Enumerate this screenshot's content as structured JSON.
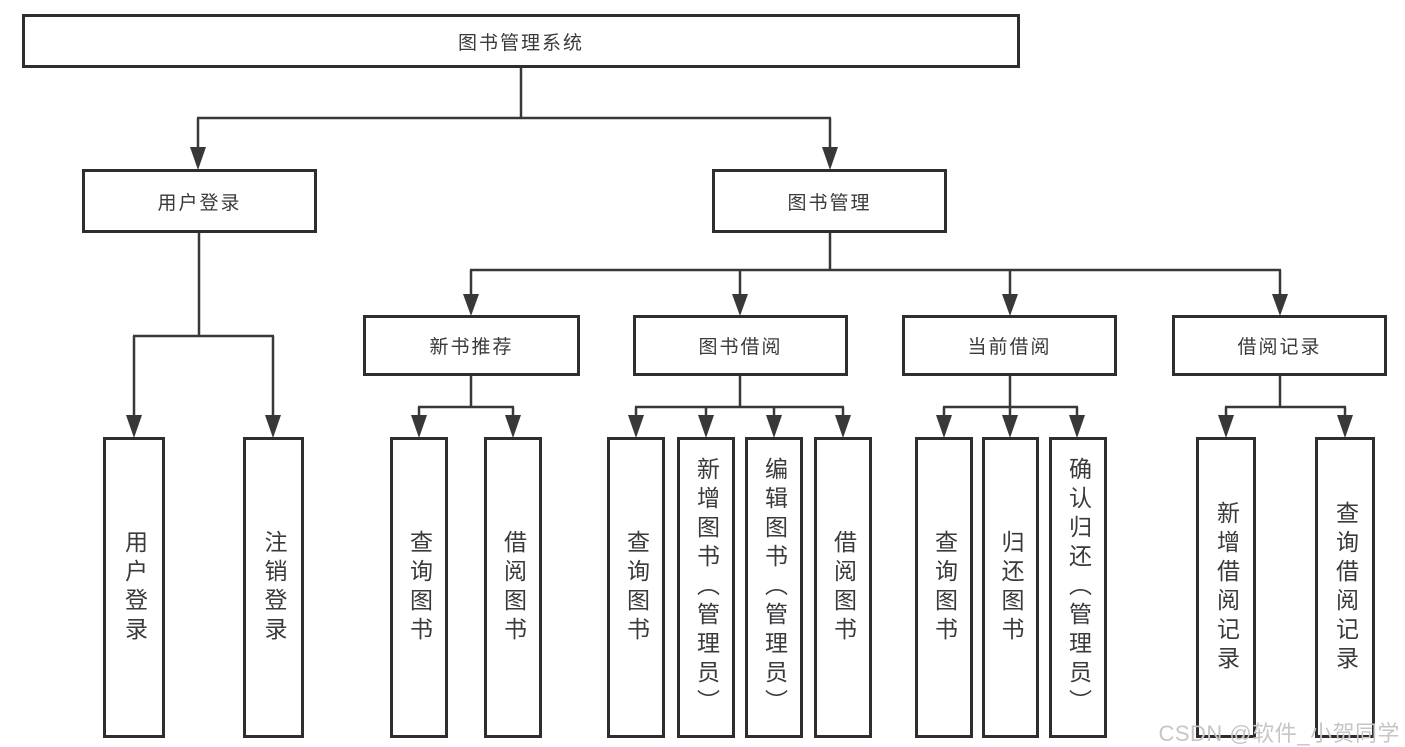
{
  "diagram": {
    "root": {
      "label": "图书管理系统"
    },
    "branches": [
      {
        "label": "用户登录",
        "children": [
          "用户登录",
          "注销登录"
        ]
      },
      {
        "label": "图书管理",
        "groups": [
          {
            "label": "新书推荐",
            "children": [
              "查询图书",
              "借阅图书"
            ]
          },
          {
            "label": "图书借阅",
            "children": [
              "查询图书",
              "新增图书（管理员）",
              "编辑图书（管理员）",
              "借阅图书"
            ]
          },
          {
            "label": "当前借阅",
            "children": [
              "查询图书",
              "归还图书",
              "确认归还（管理员）"
            ]
          },
          {
            "label": "借阅记录",
            "children": [
              "新增借阅记录",
              "查询借阅记录"
            ]
          }
        ]
      }
    ]
  },
  "watermark": "CSDN @软件_小贺同学",
  "colors": {
    "background": "#ffffff",
    "box_border": "#2e2e30",
    "line": "#38383a",
    "text": "#3a3a3c",
    "watermark": "#c6c6c6"
  }
}
